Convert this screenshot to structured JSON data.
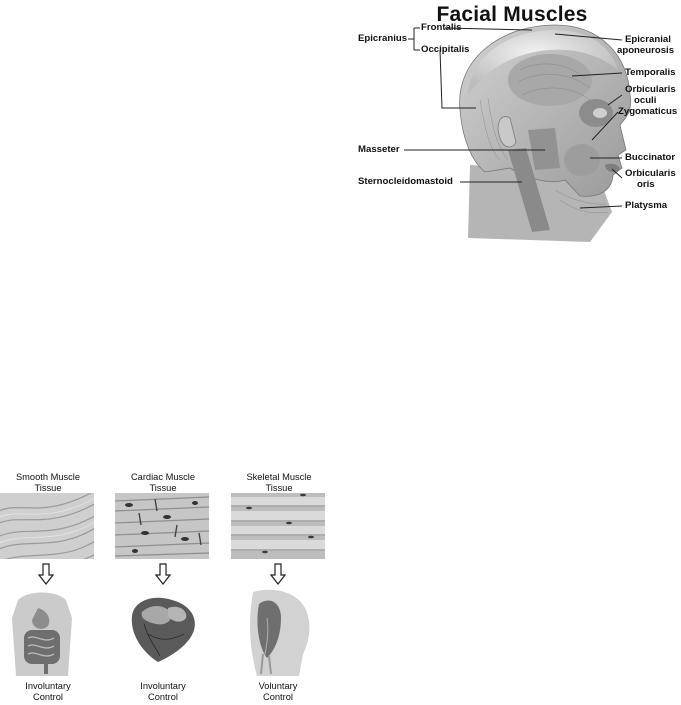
{
  "facial_muscles": {
    "title": "Facial Muscles",
    "labels": {
      "epicranius": "Epicranius",
      "frontalis": "Frontalis",
      "occipitalis": "Occipitalis",
      "epicranial": "Epicranial",
      "aponeurosis": "aponeurosis",
      "temporalis": "Temporalis",
      "orbicularis_oculi_1": "Orbicularis",
      "orbicularis_oculi_2": "oculi",
      "zygomaticus": "Zygomaticus",
      "masseter": "Masseter",
      "buccinator": "Buccinator",
      "sternocleidomastoid": "Sternocleidomastoid",
      "orbicularis_oris_1": "Orbicularis",
      "orbicularis_oris_2": "oris",
      "platysma": "Platysma"
    }
  },
  "tissues": [
    {
      "title_line1": "Smooth Muscle",
      "title_line2": "Tissue",
      "control_line1": "Involuntary",
      "control_line2": "Control",
      "organ_icon": "digestive-system-icon"
    },
    {
      "title_line1": "Cardiac Muscle",
      "title_line2": "Tissue",
      "control_line1": "Involuntary",
      "control_line2": "Control",
      "organ_icon": "heart-icon"
    },
    {
      "title_line1": "Skeletal Muscle",
      "title_line2": "Tissue",
      "control_line1": "Voluntary",
      "control_line2": "Control",
      "organ_icon": "arm-muscle-icon"
    }
  ],
  "arrow_icon": "down-arrow-icon"
}
